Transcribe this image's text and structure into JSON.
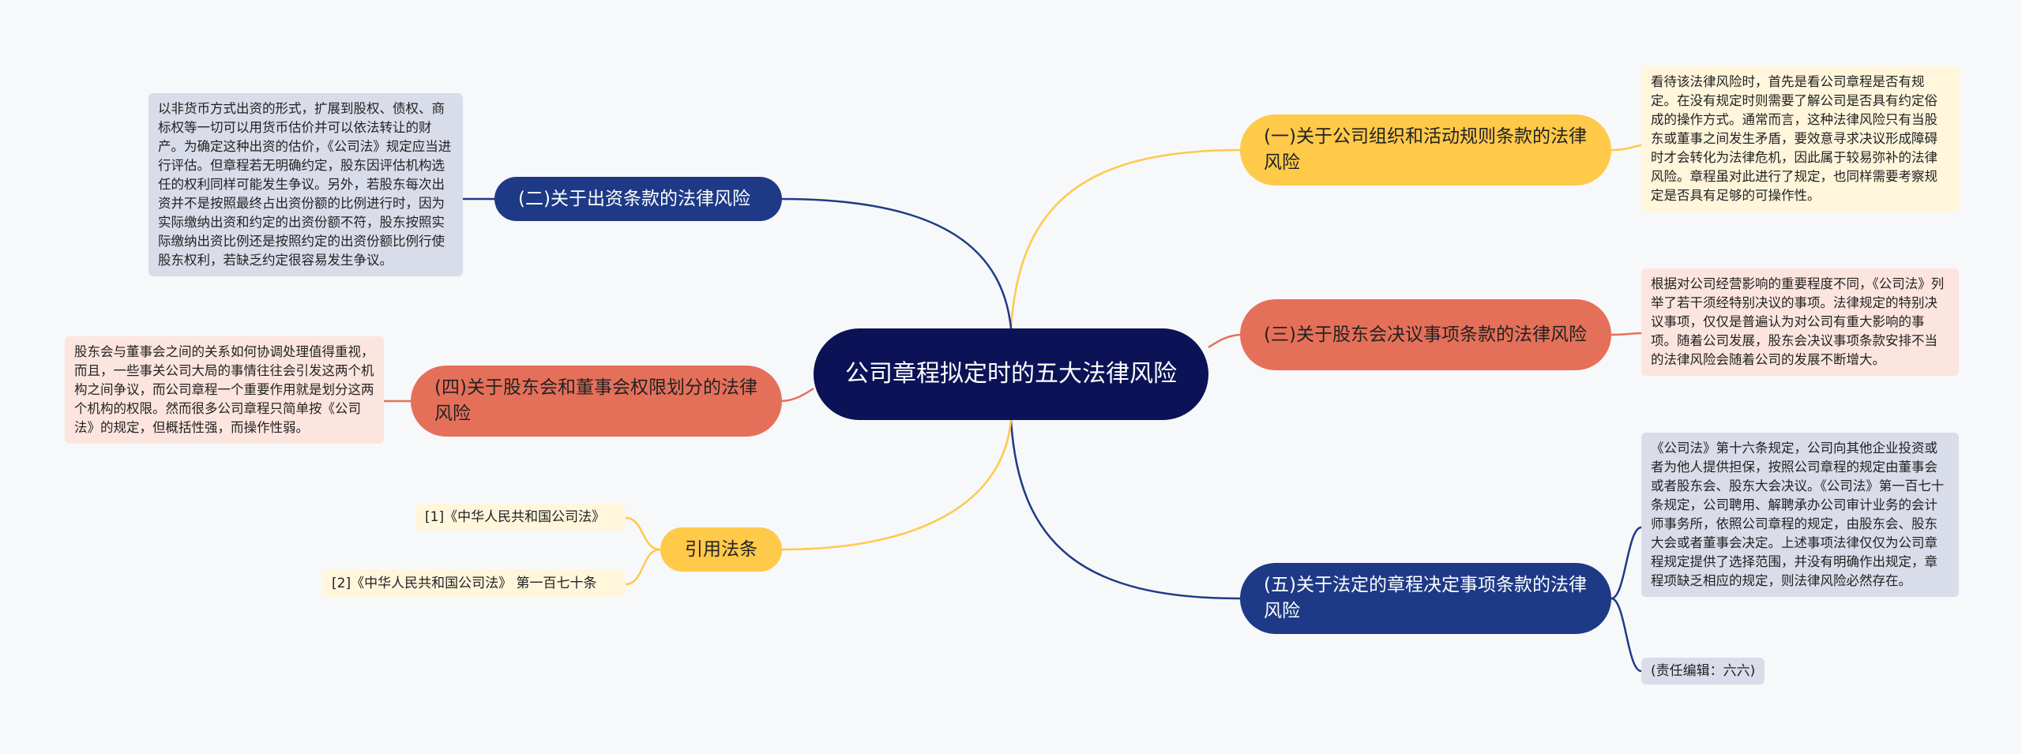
{
  "center": {
    "title": "公司章程拟定时的五大法律风险"
  },
  "branches": {
    "b1": {
      "label": "(一)关于公司组织和活动规则条款的法律风险",
      "note": "看待该法律风险时，首先是看公司章程是否有规定。在没有规定时则需要了解公司是否具有约定俗成的操作方式。通常而言，这种法律风险只有当股东或董事之间发生矛盾，要效意寻求决议形成障碍时才会转化为法律危机，因此属于较易弥补的法律风险。章程虽对此进行了规定，也同样需要考察规定是否具有足够的可操作性。"
    },
    "b2": {
      "label": "(二)关于出资条款的法律风险",
      "note": "以非货币方式出资的形式，扩展到股权、债权、商标权等一切可以用货币估价并可以依法转让的财产。为确定这种出资的估价，《公司法》规定应当进行评估。但章程若无明确约定，股东因评估机构选任的权利同样可能发生争议。另外，若股东每次出资并不是按照最终占出资份额的比例进行时，因为实际缴纳出资和约定的出资份额不符，股东按照实际缴纳出资比例还是按照约定的出资份额比例行使股东权利，若缺乏约定很容易发生争议。"
    },
    "b3": {
      "label": "(三)关于股东会决议事项条款的法律风险",
      "note": "根据对公司经营影响的重要程度不同，《公司法》列举了若干须经特别决议的事项。法律规定的特别决议事项，仅仅是普遍认为对公司有重大影响的事项。随着公司发展，股东会决议事项条款安排不当的法律风险会随着公司的发展不断增大。"
    },
    "b4": {
      "label": "(四)关于股东会和董事会权限划分的法律风险",
      "note": "股东会与董事会之间的关系如何协调处理值得重视，而且，一些事关公司大局的事情往往会引发这两个机构之间争议，而公司章程一个重要作用就是划分这两个机构的权限。然而很多公司章程只简单按《公司法》的规定，但概括性强，而操作性弱。"
    },
    "b5": {
      "label": "(五)关于法定的章程决定事项条款的法律风险",
      "note": "《公司法》第十六条规定，公司向其他企业投资或者为他人提供担保，按照公司章程的规定由董事会或者股东会、股东大会决议。《公司法》第一百七十条规定，公司聘用、解聘承办公司审计业务的会计师事务所，依照公司章程的规定，由股东会、股东大会或者董事会决定。上述事项法律仅仅为公司章程规定提供了选择范围，并没有明确作出规定，章程项缺乏相应的规定，则法律风险必然存在。",
      "editor": "(责任编辑：六六)"
    },
    "refs": {
      "label": "引用法条",
      "items": [
        "[1]《中华人民共和国公司法》",
        "[2]《中华人民共和国公司法》 第一百七十条"
      ]
    }
  },
  "colors": {
    "center": "#0b1356",
    "yellow": "#ffc94a",
    "red": "#e5705a",
    "navy": "#1e3a86"
  }
}
